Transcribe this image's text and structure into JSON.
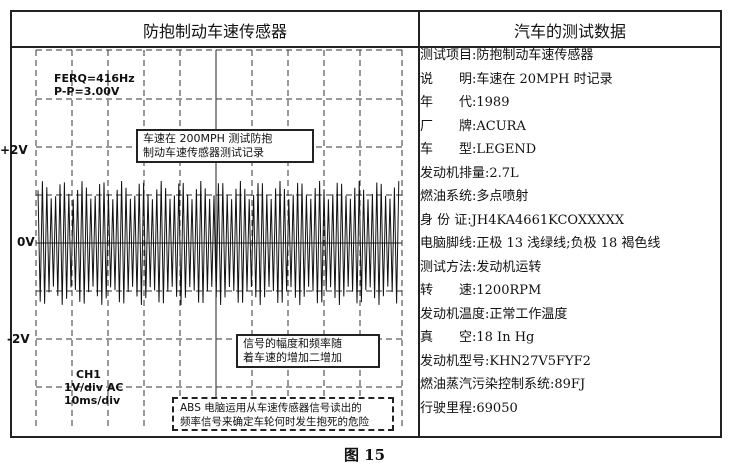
{
  "left_title": "防抱制动车速传感器",
  "right_title": "汽车的测试数据",
  "scope": {
    "freq": "FERQ=416Hz",
    "pp": "P-P=3.00V",
    "y_labels": [
      "+2V",
      "0V",
      "-2V"
    ],
    "channel": "CH1",
    "vdiv": "1V/div AC",
    "tdiv": "10ms/div"
  },
  "notes": {
    "speed_note": [
      "车速在 200MPH 测试防抱",
      "制动车速传感器测试记录"
    ],
    "signal_note": [
      "信号的幅度和频率随",
      "着车速的增加二增加"
    ],
    "abs_note": [
      "ABS 电脑运用从车速传感器信号读出的",
      "频率信号来确定车轮何时发生抱死的危险"
    ]
  },
  "data_rows": [
    "测试项目:防抱制动车速传感器",
    "说　　明:车速在 20MPH 时记录",
    "年　　代:1989",
    "厂　　牌:ACURA",
    "车　　型:LEGEND",
    "发动机排量:2.7L",
    "燃油系统:多点喷射",
    "身 份 证:JH4KA4661KCOXXXXX",
    "电脑脚线:正极 13 浅绿线;负极 18 褐色线",
    "测试方法:发动机运转",
    "转　　速:1200RPM",
    "发动机温度:正常工作温度",
    "真　　空:18 In Hg",
    "发动机型号:KHN27V5FYF2",
    "燃油蒸汽污染控制系统:89FJ",
    "行驶里程:69050"
  ],
  "figure_caption": "图 15"
}
